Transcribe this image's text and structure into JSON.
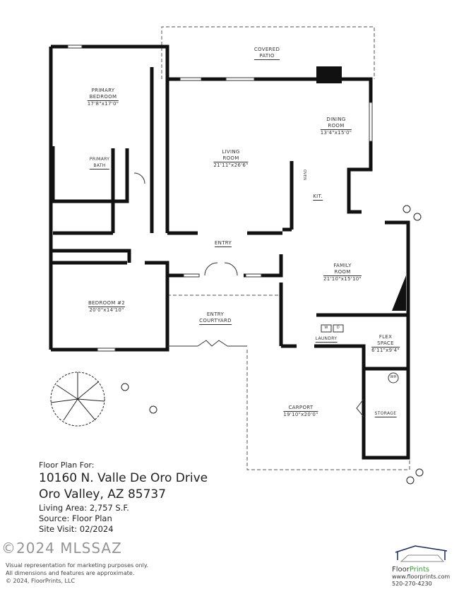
{
  "rooms": {
    "covered_patio": {
      "name": "COVERED",
      "name2": "PATIO"
    },
    "primary_bedroom": {
      "name": "PRIMARY",
      "name2": "BEDROOM",
      "dims": "17'8\"x17'0\""
    },
    "primary_bath": {
      "name": "PRIMARY",
      "name2": "BATH"
    },
    "living_room": {
      "name": "LIVING",
      "name2": "ROOM",
      "dims": "21'11\"x26'6\""
    },
    "dining_room": {
      "name": "DINING",
      "name2": "ROOM",
      "dims": "13'4\"x15'0\""
    },
    "kitchen": {
      "name": "KIT.",
      "oven": "OVEN"
    },
    "entry": {
      "name": "ENTRY"
    },
    "family_room": {
      "name": "FAMILY",
      "name2": "ROOM",
      "dims": "21'10\"x15'10\""
    },
    "bedroom2": {
      "name": "BEDROOM #2",
      "dims": "20'0\"x14'10\""
    },
    "entry_courtyard": {
      "name": "ENTRY",
      "name2": "COURTYARD"
    },
    "laundry": {
      "name": "LAUNDRY",
      "washer": "W",
      "dryer": "D"
    },
    "flex_space": {
      "name": "FLEX",
      "name2": "SPACE",
      "dims": "6'11\"x9'4\""
    },
    "storage": {
      "name": "STORAGE",
      "water_heater": "WH"
    },
    "carport": {
      "name": "CARPORT",
      "dims": "19'10\"x20'0\""
    }
  },
  "info": {
    "heading": "Floor Plan For:",
    "address1": "10160 N. Valle De Oro Drive",
    "address2": "Oro Valley, AZ  85737",
    "living_area": "Living Area:  2,757 S.F.",
    "source": "Source:  Floor Plan",
    "site_visit": "Site Visit:  02/2024"
  },
  "disclaimer": {
    "line1": "Visual representation for marketing purposes only.",
    "line2": "All dimensions and features are approximate.",
    "line3": "© 2024, FloorPrints, LLC"
  },
  "watermark": "©2024 MLSSAZ",
  "logo": {
    "brand1": "Floor",
    "brand2": "Prints",
    "website": "www.floorprints.com",
    "phone": "520-270-4230"
  }
}
